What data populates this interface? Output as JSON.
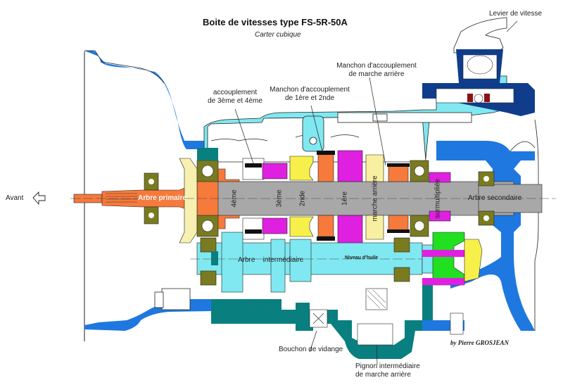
{
  "title": "Boite de vitesses type FS-5R-50A",
  "subtitle": "Carter cubique",
  "author": "by Pierre GROSJEAN",
  "labels": {
    "lever": "Levier de vitesse",
    "front": "Avant",
    "primary_shaft": "Arbre primaire",
    "secondary_shaft": "Arbre secondaire",
    "intermediate_shaft": "Arbre    intermédiaire",
    "oil_level": "Niveau d'huile",
    "coupling_34_line1": "accouplement",
    "coupling_34_line2": "de 3ème et 4ème",
    "sleeve_12_line1": "Manchon d'accouplement",
    "sleeve_12_line2": "de 1ère et 2nde",
    "sleeve_rev_line1": "Manchon  d'accouplement",
    "sleeve_rev_line2": "de marche arrière",
    "drain_plug": "Bouchon de vidange",
    "rev_idler_line1": "Pignon intermédiaire",
    "rev_idler_line2": "de marche arrière"
  },
  "gears": [
    "4ème",
    "3ème",
    "2nde",
    "1ère",
    "marche arrière",
    "surmultipliée"
  ],
  "colors": {
    "housing_blue": "#1e78e0",
    "dark_blue": "#0f3d8c",
    "cyan": "#80e8f0",
    "teal": "#0a7f80",
    "orange": "#f57a3c",
    "yellow": "#f8f04a",
    "magenta": "#e020e0",
    "green": "#20e020",
    "olive": "#7a7a20",
    "grey_shaft": "#a8a8a8",
    "cream": "#f8f0b0",
    "maroon": "#8c1010"
  },
  "icons": {
    "front_arrow": "arrow-left-outline-icon"
  }
}
